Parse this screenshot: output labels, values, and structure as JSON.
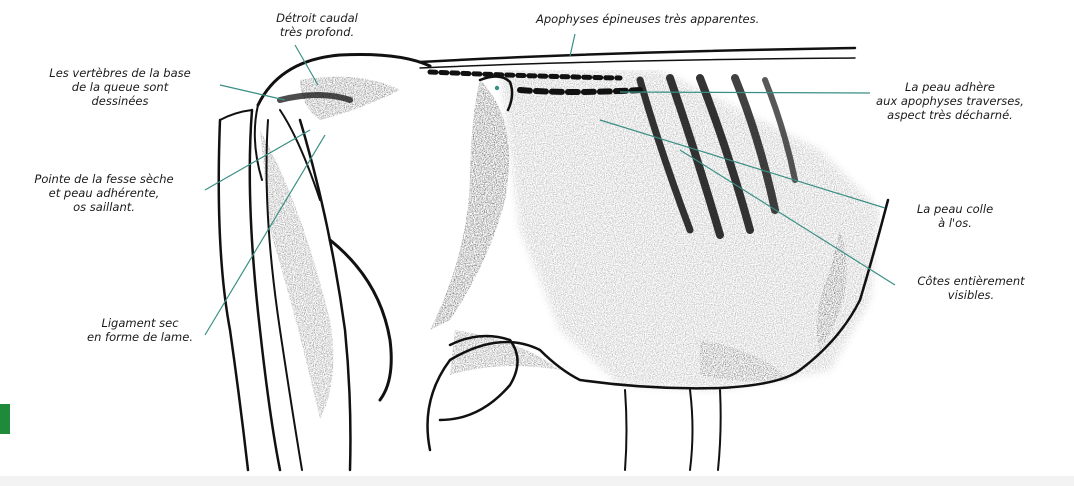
{
  "labels": {
    "detroit": [
      "Détroit caudal",
      "très profond."
    ],
    "apophyses": "Apophyses épineuses très apparentes.",
    "vertebres": [
      "Les vertèbres de la base",
      "de la queue sont",
      "dessinées"
    ],
    "peau_adhere": [
      "La peau adhère",
      "aux apophyses traverses,",
      "aspect très décharné."
    ],
    "pointe": [
      "Pointe de la fesse sèche",
      "et peau adhérente,",
      "os saillant."
    ],
    "peau_colle": [
      "La peau colle",
      "à l'os."
    ],
    "cotes": [
      "Côtes entièrement",
      "visibles."
    ],
    "ligament": [
      "Ligament sec",
      "en forme de lame."
    ]
  },
  "colors": {
    "leader_line": "#3a8f84",
    "ink": "#111111",
    "marker": "#1e8a3a"
  }
}
